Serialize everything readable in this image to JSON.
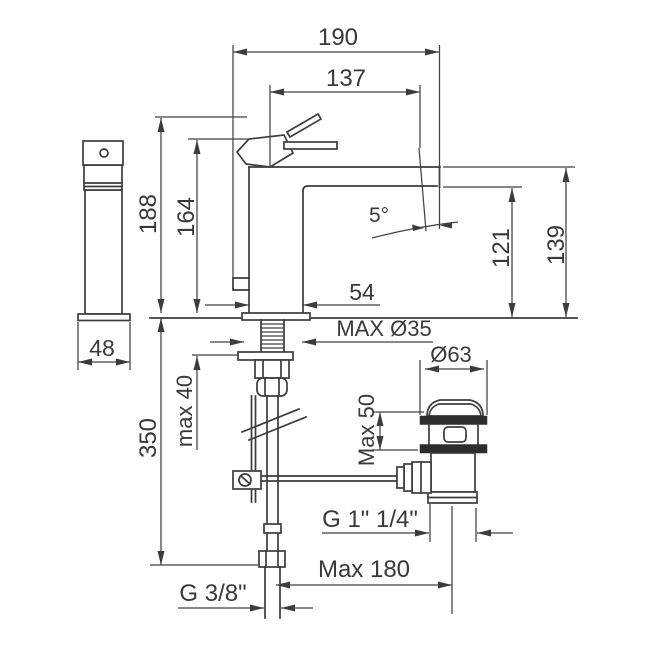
{
  "drawing": {
    "type": "faucet-installation-technical-drawing",
    "dims": {
      "d190": "190",
      "d137": "137",
      "d188": "188",
      "d164": "164",
      "d121": "121",
      "d139": "139",
      "angle": "5°",
      "d54": "54",
      "max_hole": "MAX Ø35",
      "o63": "Ø63",
      "max50": "Max 50",
      "max40": "max 40",
      "d350": "350",
      "d48": "48",
      "g114": "G 1\" 1/4\"",
      "max180": "Max 180",
      "g38": "G 3/8\""
    },
    "colors": {
      "background": "#ffffff",
      "line": "#3c3c3c",
      "gasket": "#2d2d2d"
    }
  }
}
